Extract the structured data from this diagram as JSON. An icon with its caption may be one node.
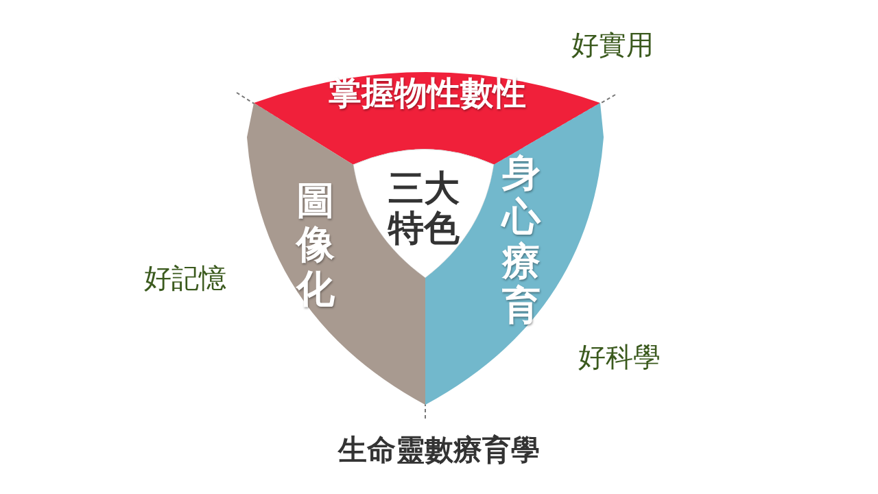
{
  "diagram": {
    "caption": "生命靈數療育學",
    "nodes": [
      {
        "text": [
          "掌握物性數性"
        ]
      },
      {
        "text": [
          "三大特色"
        ]
      },
      {
        "text": [
          "圖像化"
        ]
      },
      {
        "text": [
          "身心療育"
        ]
      }
    ],
    "labels": [
      "好實用",
      "好記憶",
      "好科學"
    ]
  }
}
